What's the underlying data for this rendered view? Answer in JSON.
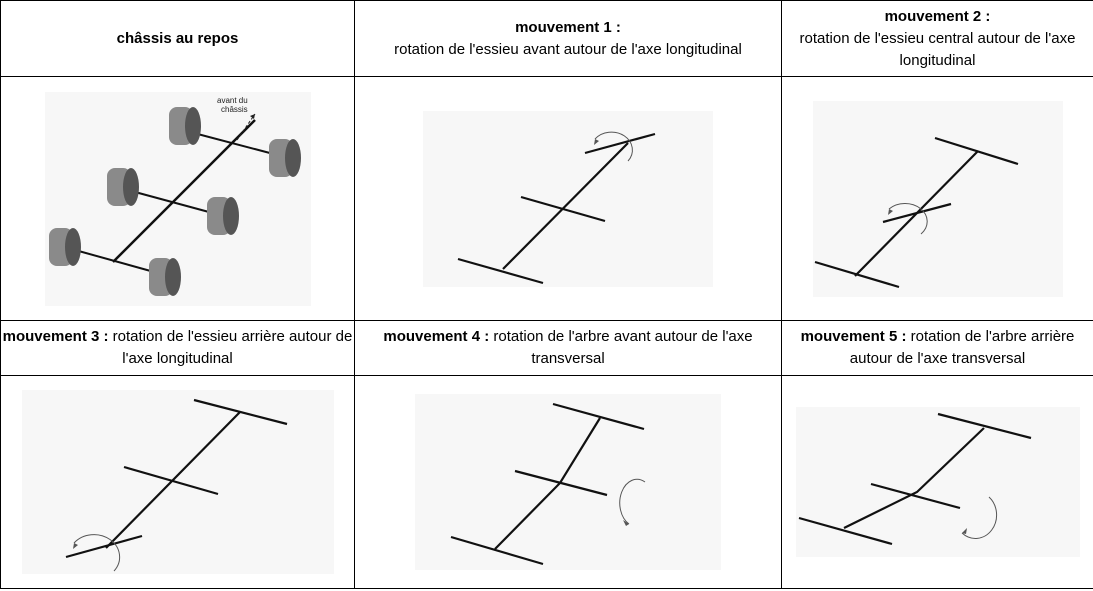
{
  "cells": {
    "rest": {
      "title": "châssis au repos"
    },
    "m1": {
      "bold": "mouvement 1 :",
      "text": "rotation de l'essieu avant autour de l'axe longitudinal"
    },
    "m2": {
      "bold": "mouvement 2 :",
      "text": "rotation de l'essieu central autour de l'axe longitudinal"
    },
    "m3": {
      "bold": "mouvement 3 :",
      "text": " rotation de l'essieu arrière autour de l'axe longitudinal"
    },
    "m4": {
      "bold": "mouvement 4 :",
      "text": " rotation de l'arbre avant autour de l'axe transversal"
    },
    "m5": {
      "bold": "mouvement 5 :",
      "text": " rotation de l'arbre arrière autour de l'axe transversal"
    }
  },
  "rest_image": {
    "label_line1": "avant du",
    "label_line2": "châssis"
  },
  "colors": {
    "line": "#111111",
    "wheel": "#8a8a8a",
    "wheel_dark": "#555555",
    "arrow": "#555555",
    "bg": "#f7f7f7"
  }
}
